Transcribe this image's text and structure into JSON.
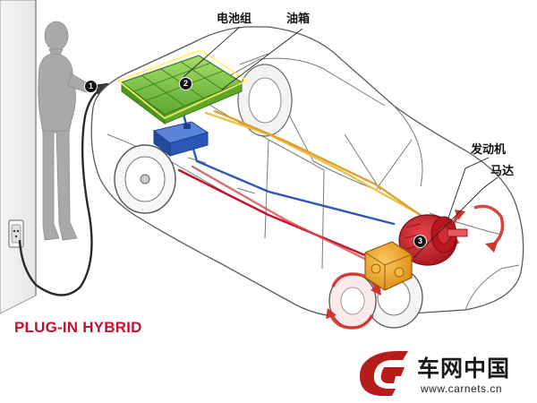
{
  "labels": {
    "battery_pack": "电池组",
    "fuel_tank": "油箱",
    "engine": "发动机",
    "motor": "马达"
  },
  "badges": [
    "1",
    "2",
    "3"
  ],
  "title": "PLUG-IN HYBRID",
  "brand": {
    "name": "车网中国",
    "url": "www.carnets.cn"
  },
  "colors": {
    "battery": "#7cc242",
    "fuel_tank": "#2b58b8",
    "engine": "#c8102e",
    "motor": "#f0a020",
    "title": "#c8102e"
  }
}
